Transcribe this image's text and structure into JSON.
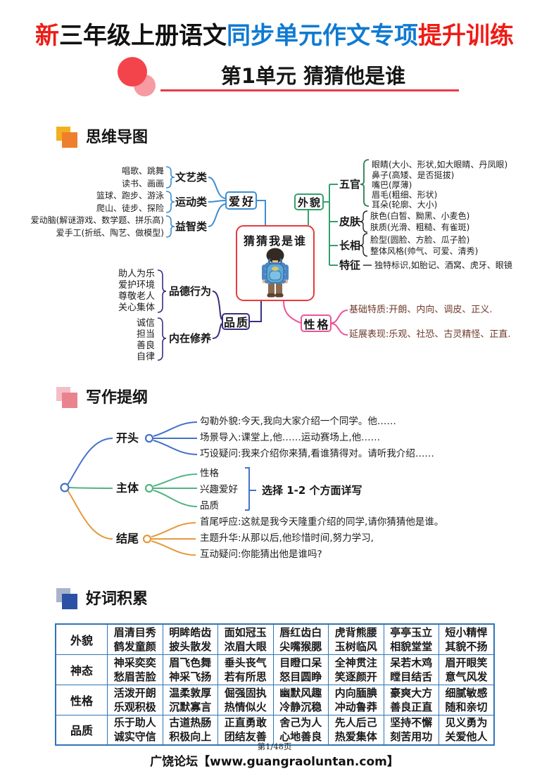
{
  "header": {
    "t1": "新",
    "t2": "三年级上册语文",
    "t3": "同步单元作文专项",
    "t4": "提升训练",
    "unit_title": "第1单元  猜猜他是谁"
  },
  "sections": {
    "mindmap": "思维导图",
    "outline": "写作提纲",
    "words": "好词积累"
  },
  "mindmap": {
    "center": "猜猜我是谁",
    "hobby": {
      "label": "爱好",
      "groups": [
        {
          "label": "文艺类",
          "lines": [
            "唱歌、跳舞",
            "读书、画画"
          ]
        },
        {
          "label": "运动类",
          "lines": [
            "篮球、跑步、游泳",
            "爬山、徒步、探险"
          ]
        },
        {
          "label": "益智类",
          "lines": [
            "爱动脑(解谜游戏、数学题、拼乐高)",
            "爱手工(折纸、陶艺、做模型)"
          ]
        }
      ]
    },
    "appearance": {
      "label": "外貌",
      "branches": [
        {
          "label": "五官",
          "items": [
            "眼睛(大小、形状,如大眼睛、丹凤眼)",
            "鼻子(高矮、是否挺拔)",
            "嘴巴(厚薄)",
            "眉毛(粗细、形状)",
            "耳朵(轮廓、大小)"
          ]
        },
        {
          "label": "皮肤",
          "items": [
            "肤色(白皙、黝黑、小麦色)",
            "肤质(光滑、粗糙、有雀斑)"
          ]
        },
        {
          "label": "长相",
          "items": [
            "脸型(圆脸、方脸、瓜子脸)",
            "整体风格(帅气、可爱、清秀)"
          ]
        },
        {
          "label": "特征",
          "items": [
            "独特标识,如胎记、酒窝、虎牙、眼镜"
          ]
        }
      ]
    },
    "quality": {
      "label": "品质",
      "groups": [
        {
          "label": "品德行为",
          "lines": [
            "助人为乐",
            "爱护环境",
            "尊敬老人",
            "关心集体"
          ]
        },
        {
          "label": "内在修养",
          "lines": [
            "诚信",
            "担当",
            "善良",
            "自律"
          ]
        }
      ]
    },
    "personality": {
      "label": "性格",
      "items": [
        "基础特质:开朗、内向、调皮、正义.",
        "延展表现:乐观、社恐、古灵精怪、正直."
      ]
    }
  },
  "outline": {
    "nodes": [
      {
        "label": "开头",
        "items": [
          "勾勒外貌:今天,我向大家介绍一个同学。他……",
          "场景导入:课堂上,他……运动赛场上,他……",
          "巧设疑问:我来介绍你来猜,看谁猜得对。请听我介绍……"
        ]
      },
      {
        "label": "主体",
        "items": [
          "性格",
          "兴趣爱好",
          "品质"
        ],
        "note": "选择 1-2 个方面详写"
      },
      {
        "label": "结尾",
        "items": [
          "首尾呼应:这就是我今天隆重介绍的同学,请你猜猜他是谁。",
          "主题升华:从那以后,他珍惜时间,努力学习,",
          "互动疑问:你能猜出他是谁吗?"
        ]
      }
    ]
  },
  "word_table": {
    "rows": [
      {
        "label": "外貌",
        "top": [
          "眉清目秀",
          "明眸皓齿",
          "面如冠玉",
          "唇红齿白",
          "虎背熊腰",
          "亭亭玉立",
          "短小精悍"
        ],
        "bottom": [
          "鹤发童颜",
          "披头散发",
          "浓眉大眼",
          "尖嘴猴腮",
          "玉树临风",
          "相貌堂堂",
          "其貌不扬"
        ]
      },
      {
        "label": "神态",
        "top": [
          "神采奕奕",
          "眉飞色舞",
          "垂头丧气",
          "目瞪口呆",
          "全神贯注",
          "呆若木鸡",
          "眉开眼笑"
        ],
        "bottom": [
          "愁眉苦脸",
          "神采飞扬",
          "若有所思",
          "怒目圆睁",
          "笑逐颜开",
          "瞠目结舌",
          "意气风发"
        ]
      },
      {
        "label": "性格",
        "top": [
          "活泼开朗",
          "温柔敦厚",
          "倔强固执",
          "幽默风趣",
          "内向腼腆",
          "豪爽大方",
          "细腻敏感"
        ],
        "bottom": [
          "乐观积极",
          "沉默寡言",
          "热情似火",
          "冷静沉稳",
          "冲动鲁莽",
          "善良正直",
          "随和亲切"
        ]
      },
      {
        "label": "品质",
        "top": [
          "乐于助人",
          "古道热肠",
          "正直勇敢",
          "舍己为人",
          "先人后己",
          "坚持不懈",
          "见义勇为"
        ],
        "bottom": [
          "诚实守信",
          "积极向上",
          "团结友善",
          "心地善良",
          "热爱集体",
          "刻苦用功",
          "关爱他人"
        ]
      }
    ]
  },
  "footer": {
    "page": "第1/48页",
    "site": "广饶论坛【www.guangraoluntan.com】"
  },
  "colors": {
    "title_red": "#ee1c16",
    "title_blue": "#0f7ad2",
    "mindmap_blue": "#3e8ed0",
    "mindmap_green": "#35a06c",
    "mindmap_navy": "#37307e",
    "mindmap_pink": "#e9559c",
    "center_red": "#e63b3e",
    "outline_blue": "#4472c8",
    "outline_green": "#53b283",
    "outline_orange": "#e59a3c",
    "table_border_blue": "#2e75b6"
  }
}
